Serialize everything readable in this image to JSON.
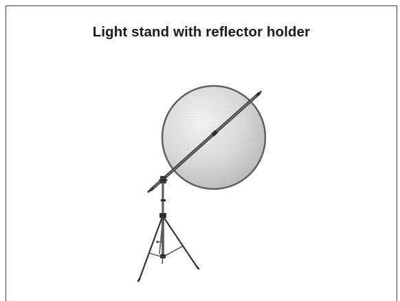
{
  "slide": {
    "title": "Light stand with reflector holder"
  },
  "figure": {
    "subject": "light-stand-with-reflector",
    "components": [
      "reflector-disc",
      "holder-arm",
      "stand-mast",
      "tripod-legs"
    ],
    "colors": {
      "outline": "#333333",
      "reflector_edge": "#6a6a6a",
      "reflector_fill_light": "#f2f2f2",
      "reflector_fill_dark": "#bdbdbd",
      "arm": "#4a4a4a"
    }
  }
}
